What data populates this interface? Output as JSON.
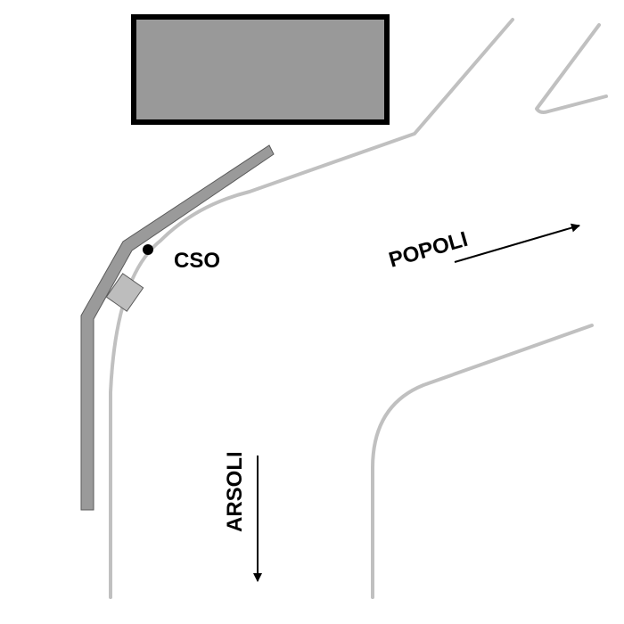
{
  "map": {
    "labels": {
      "station": "CSO",
      "destination_east": "POPOLI",
      "destination_south": "ARSOLI"
    },
    "colors": {
      "background": "#ffffff",
      "road_line": "#c0c0c0",
      "building_fill": "#999999",
      "building_border": "#000000",
      "wall_fill": "#9a9a9a",
      "wall_border": "#5a5a5a",
      "shelter_fill": "#bdbdbd",
      "arrow": "#000000",
      "station_dot": "#000000",
      "text": "#000000"
    },
    "icons": {
      "station": "station-dot-icon",
      "arrow_east": "arrow-northeast-icon",
      "arrow_south": "arrow-south-icon"
    }
  }
}
